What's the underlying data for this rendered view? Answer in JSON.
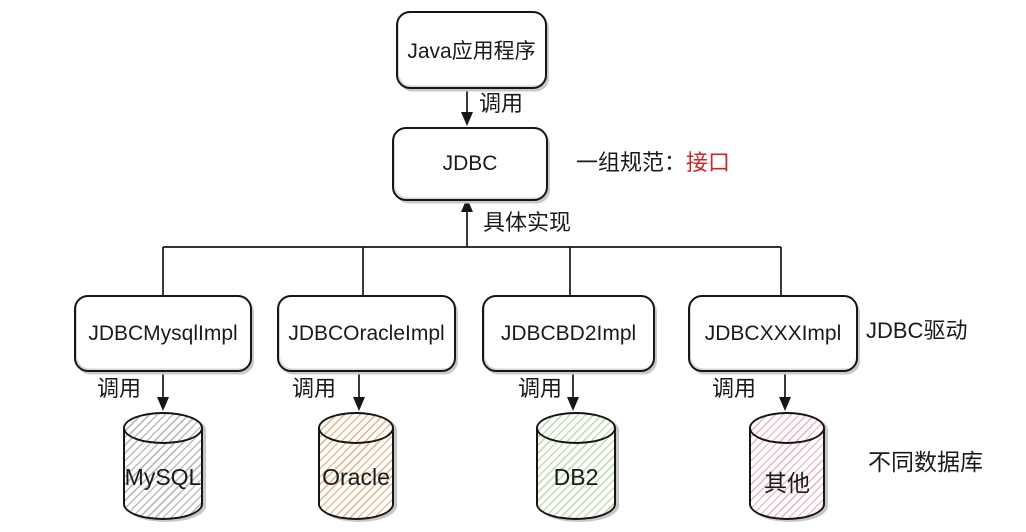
{
  "diagram": {
    "app_box": "Java应用程序",
    "jdbc_box": "JDBC",
    "call_top": "调用",
    "spec_note": {
      "prefix": "一组规范：",
      "highlight": "接口",
      "highlight_color": "#cc2525"
    },
    "impl_note": "具体实现",
    "driver_note": "JDBC驱动",
    "db_note": "不同数据库",
    "ink_color": "#161616",
    "impls": [
      {
        "label": "JDBCMysqlImpl",
        "call": "调用",
        "db": {
          "name": "MySQL",
          "hatch": "#bdbdbd"
        }
      },
      {
        "label": "JDBCOracleImpl",
        "call": "调用",
        "db": {
          "name": "Oracle",
          "hatch": "#e2bd97"
        }
      },
      {
        "label": "JDBCBD2Impl",
        "call": "调用",
        "db": {
          "name": "DB2",
          "hatch": "#c4ddb2"
        }
      },
      {
        "label": "JDBCXXXImpl",
        "call": "调用",
        "db": {
          "name": "其他",
          "hatch": "#ecbecd"
        }
      }
    ]
  }
}
